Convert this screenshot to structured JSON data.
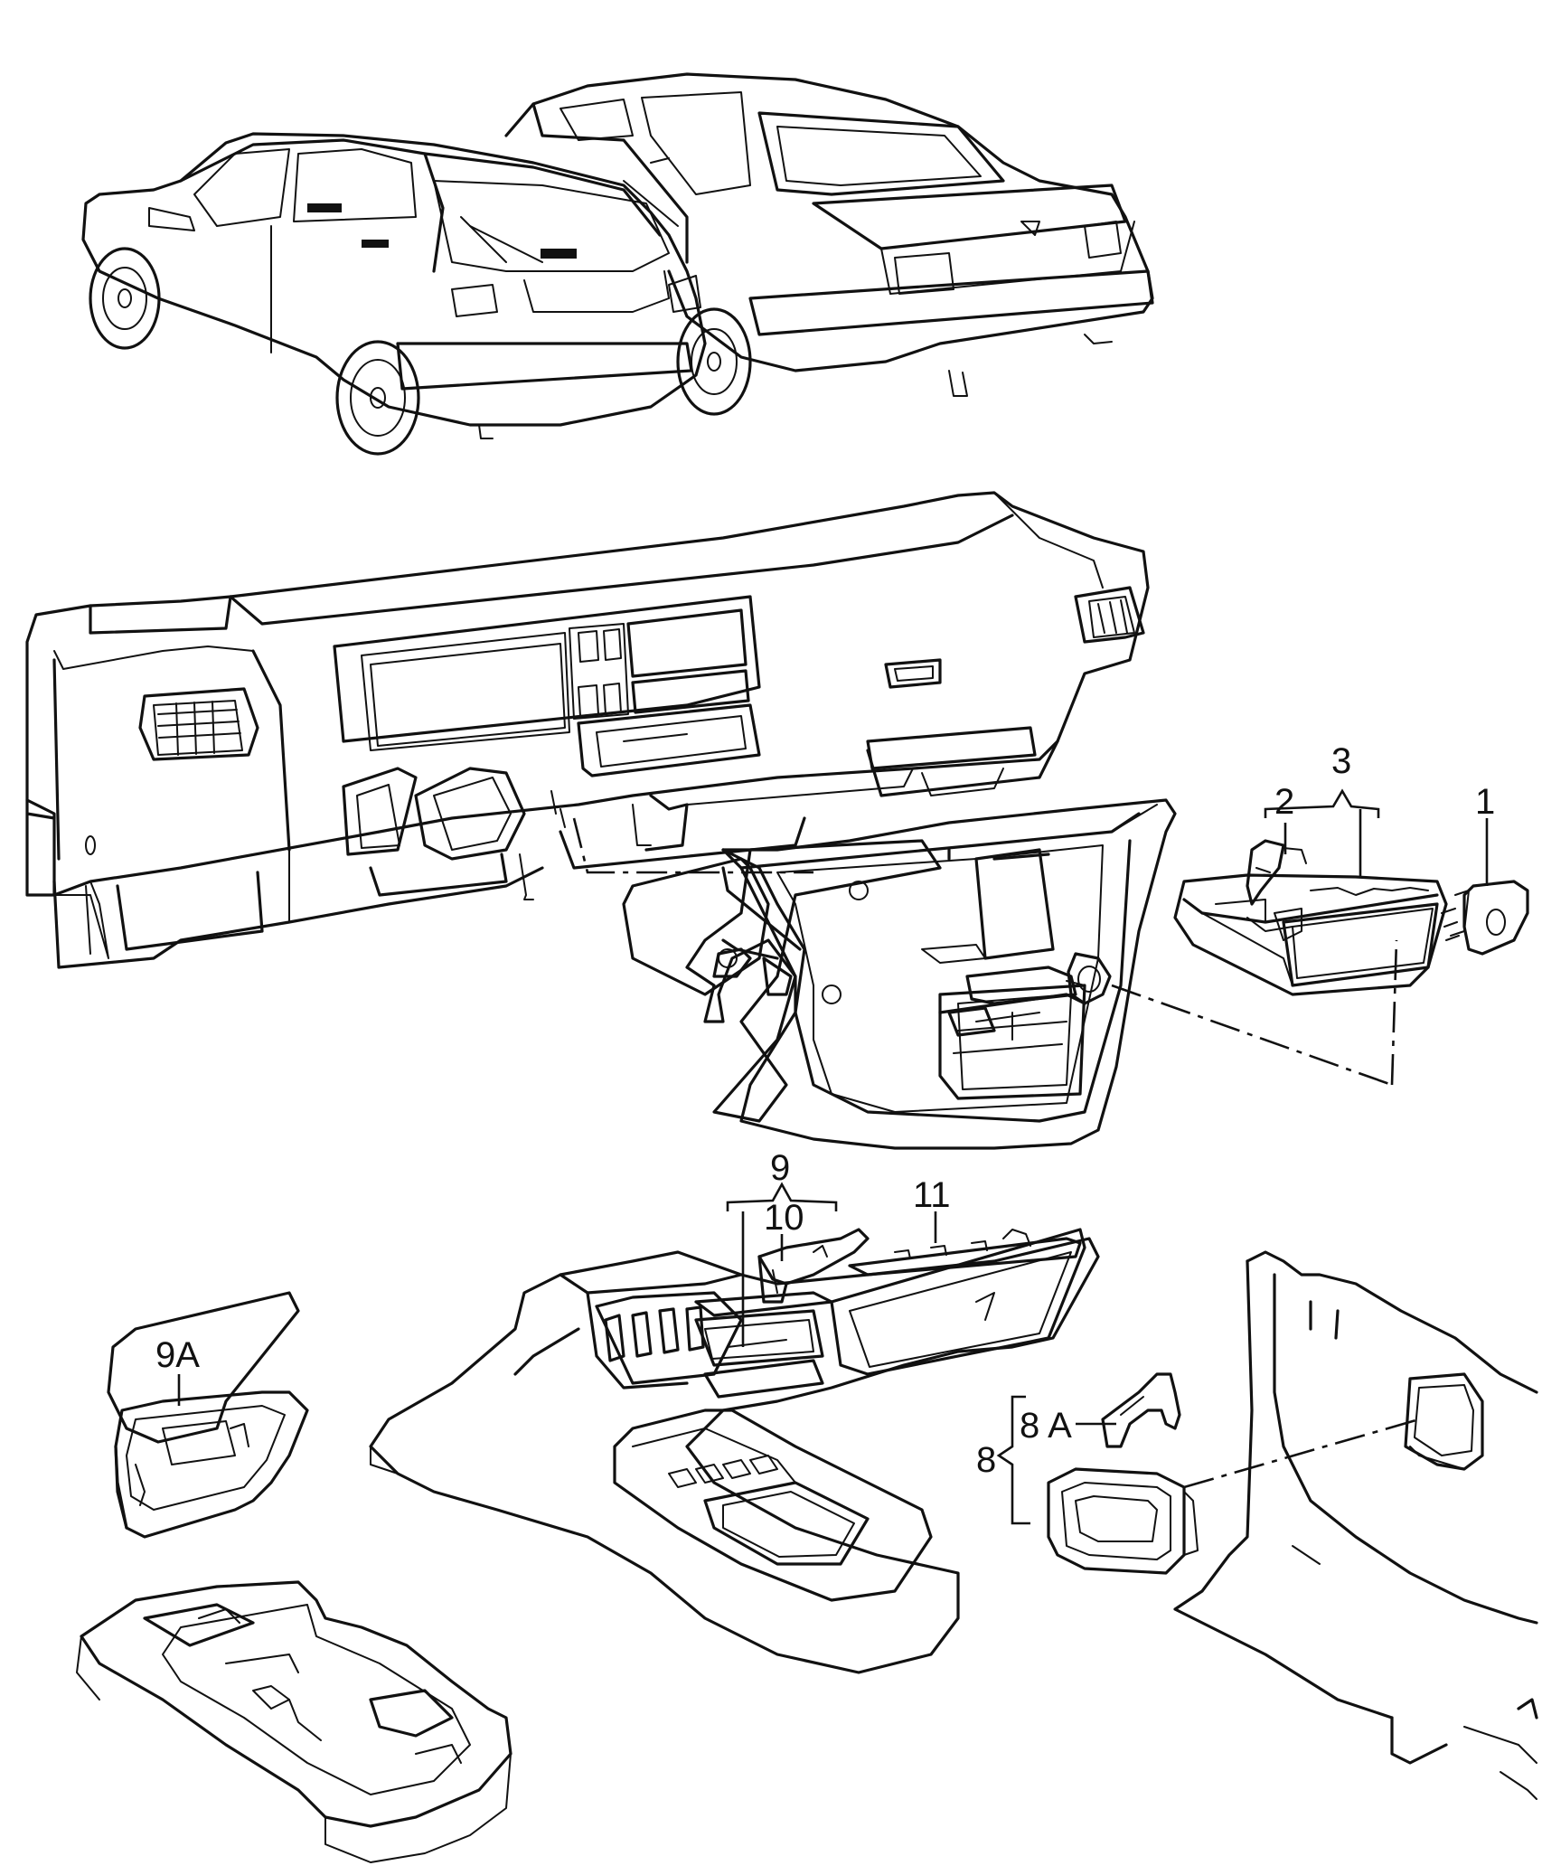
{
  "labels": {
    "p1": "1",
    "p2": "2",
    "p3": "3",
    "p8": "8",
    "p8a": "8 A",
    "p9": "9",
    "p9a": "9A",
    "p10": "10",
    "p11": "11"
  },
  "colors": {
    "line": "#111111",
    "background": "#ffffff"
  }
}
